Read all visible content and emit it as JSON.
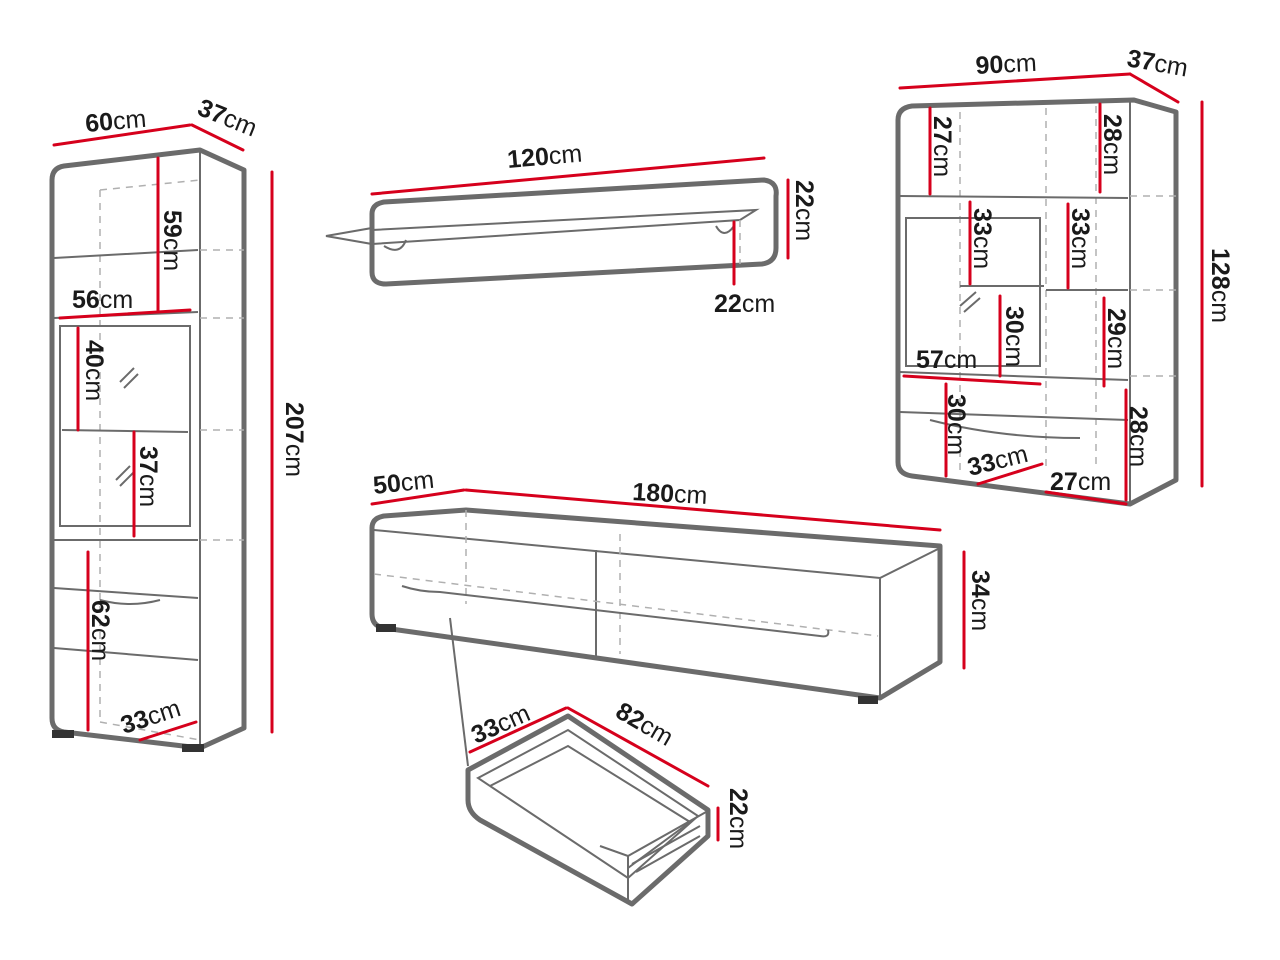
{
  "colors": {
    "outline": "#6b6b6b",
    "dimension_line": "#d6001c",
    "text": "#1a1a1a",
    "background": "#ffffff"
  },
  "unit": "cm",
  "tall_cabinet": {
    "width": "60",
    "depth": "37",
    "height": "207",
    "top_section": "59",
    "glass_width": "56",
    "glass_upper": "40",
    "glass_lower": "37",
    "bottom_section": "62",
    "inner_depth": "33"
  },
  "wall_shelf": {
    "width": "120",
    "height": "22",
    "depth": "22"
  },
  "display_cabinet": {
    "width": "90",
    "depth": "37",
    "height": "128",
    "top_left": "27",
    "top_right": "28",
    "mid_left": "33",
    "mid_right": "33",
    "inner_glass": "30",
    "right_lower": "29",
    "glass_width": "57",
    "bottom_left": "30",
    "bottom_right": "28",
    "inner_depth": "33",
    "right_width": "27"
  },
  "tv_stand": {
    "depth": "50",
    "width": "180",
    "height": "34"
  },
  "drawer": {
    "depth": "33",
    "width": "82",
    "height": "22"
  }
}
